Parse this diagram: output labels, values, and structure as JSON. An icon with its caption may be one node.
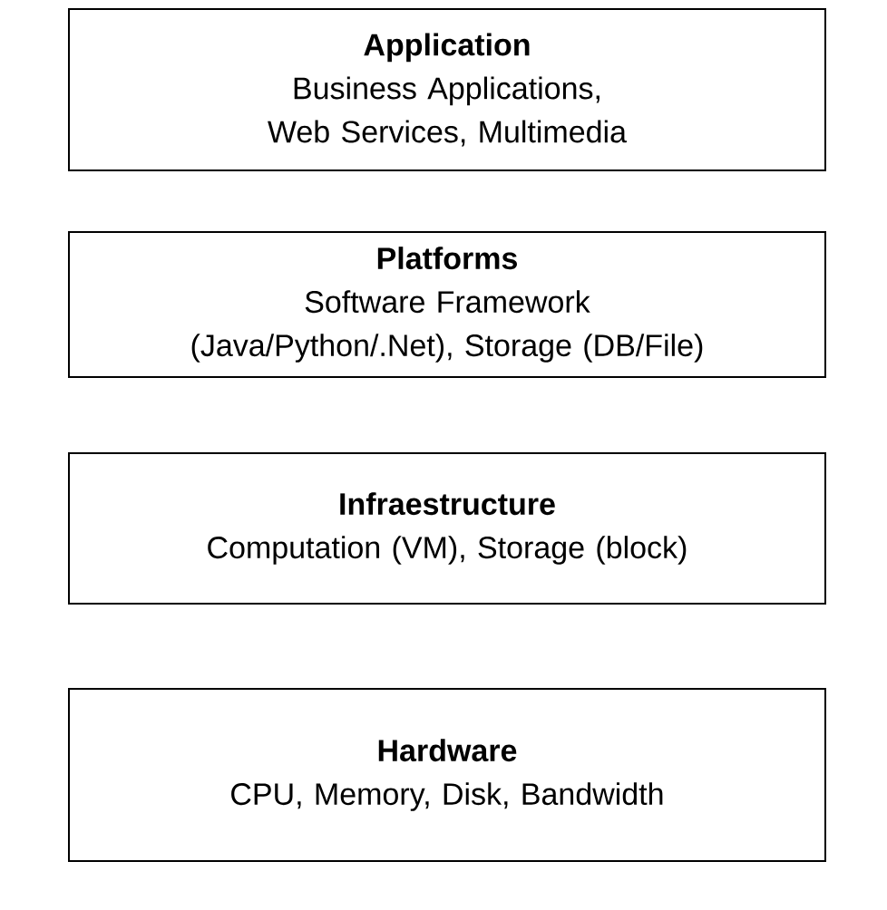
{
  "diagram": {
    "nodes": [
      {
        "text": [
          "Application",
          "Business Applications, Web Services, Multimedia"
        ]
      },
      {
        "text": [
          "Platforms",
          "Software Framework (Java/Python/.Net), Storage (DB/File)"
        ]
      },
      {
        "text": [
          "Infraestructure",
          "Computation (VM), Storage (block)"
        ]
      },
      {
        "text": [
          "Hardware",
          "CPU, Memory, Disk, Bandwidth"
        ]
      }
    ]
  }
}
